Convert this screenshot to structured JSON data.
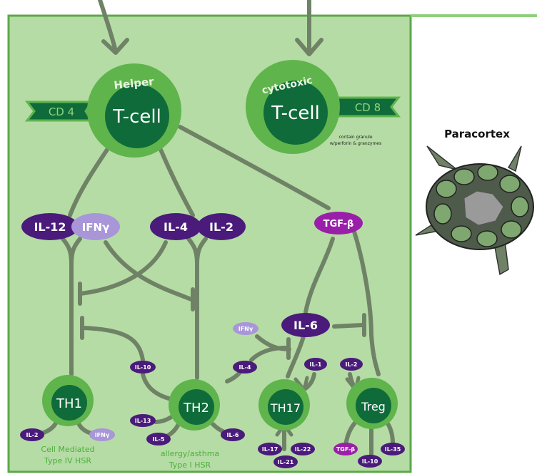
{
  "colors": {
    "panel_fill": "#b5dca5",
    "panel_border": "#5ca84a",
    "cell_outer": "#5fb44c",
    "cell_inner": "#0f6b3a",
    "connector": "#6f8266",
    "cytokine_dark": "#4a1b7a",
    "cytokine_light": "#a896d8",
    "cytokine_magenta": "#9a1fa8",
    "label_green": "#4caf3c"
  },
  "cells": {
    "helper": {
      "title": "Helper",
      "name": "T-cell",
      "marker": "CD 4"
    },
    "cytotoxic": {
      "title": "cytotoxic",
      "name": "T-cell",
      "marker": "CD 8",
      "note_line1": "contain granule",
      "note_line2": "w/perforin & granzymes"
    },
    "th1": {
      "label": "TH1",
      "caption_line1": "Cell Mediated",
      "caption_line2": "Type IV HSR"
    },
    "th2": {
      "label": "TH2",
      "caption_line1": "allergy/asthma",
      "caption_line2": "Type I HSR"
    },
    "th17": {
      "label": "TH17"
    },
    "treg": {
      "label": "Treg"
    }
  },
  "cytokines": {
    "il12": "IL-12",
    "ifng_top": "IFNγ",
    "il4_top": "IL-4",
    "il2_top": "IL-2",
    "tgfb_top": "TGF-β",
    "il6": "IL-6",
    "ifng_small": "IFNγ",
    "il10_mid": "IL-10",
    "il4_mid": "IL-4",
    "il1": "IL-1",
    "il2_mid": "IL-2",
    "th1_il2": "IL-2",
    "th1_ifng": "IFNγ",
    "th2_il13": "IL-13",
    "th2_il5": "IL-5",
    "th2_il6": "IL-6",
    "th17_il17": "IL-17",
    "th17_il22": "IL-22",
    "th17_il21": "IL-21",
    "treg_tgfb": "TGF-β",
    "treg_il10": "IL-10",
    "treg_il35": "IL-35"
  },
  "lymph_node": {
    "label": "Paracortex"
  }
}
